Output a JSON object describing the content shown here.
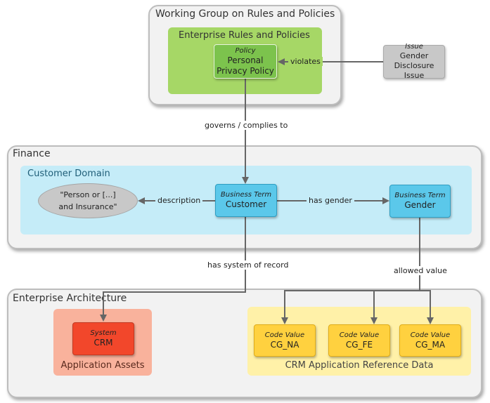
{
  "groups": {
    "working_group": {
      "title": "Working Group on Rules and Policies"
    },
    "finance": {
      "title": "Finance"
    },
    "enterprise_architecture": {
      "title": "Enterprise Architecture"
    }
  },
  "subgroups": {
    "enterprise_rules": {
      "title": "Enterprise Rules and Policies"
    },
    "customer_domain": {
      "title": "Customer Domain"
    },
    "application_assets": {
      "title": "Application Assets"
    },
    "crm_reference_data": {
      "title": "CRM Application Reference Data"
    }
  },
  "nodes": {
    "policy": {
      "type": "Policy",
      "name_line1": "Personal",
      "name_line2": "Privacy Policy"
    },
    "issue": {
      "type": "Issue",
      "name_line1": "Gender",
      "name_line2": "Disclosure Issue"
    },
    "customer": {
      "type": "Business Term",
      "name": "Customer"
    },
    "gender": {
      "type": "Business Term",
      "name": "Gender"
    },
    "description": {
      "line1": "\"Person or [...]",
      "line2": "and Insurance\""
    },
    "crm_system": {
      "type": "System",
      "name": "CRM"
    },
    "cg_na": {
      "type": "Code Value",
      "name": "CG_NA"
    },
    "cg_fe": {
      "type": "Code Value",
      "name": "CG_FE"
    },
    "cg_ma": {
      "type": "Code Value",
      "name": "CG_MA"
    }
  },
  "edges": {
    "violates": "violates",
    "governs": "governs / complies to",
    "description": "description",
    "has_gender": "has gender",
    "system_of_record": "has system of record",
    "allowed_value": "allowed value"
  },
  "colors": {
    "group_fill": "#f2f2f2",
    "rules_fill": "#a6d766",
    "policy_fill": "#7cc34d",
    "domain_fill": "#c5ecf8",
    "term_fill": "#5bc8ea",
    "assets_fill": "#f9b29c",
    "crm_fill": "#f2472b",
    "refdata_fill": "#fff1a8",
    "code_fill": "#ffd13f",
    "issue_fill": "#c8c8c8",
    "arrow": "#666666"
  }
}
